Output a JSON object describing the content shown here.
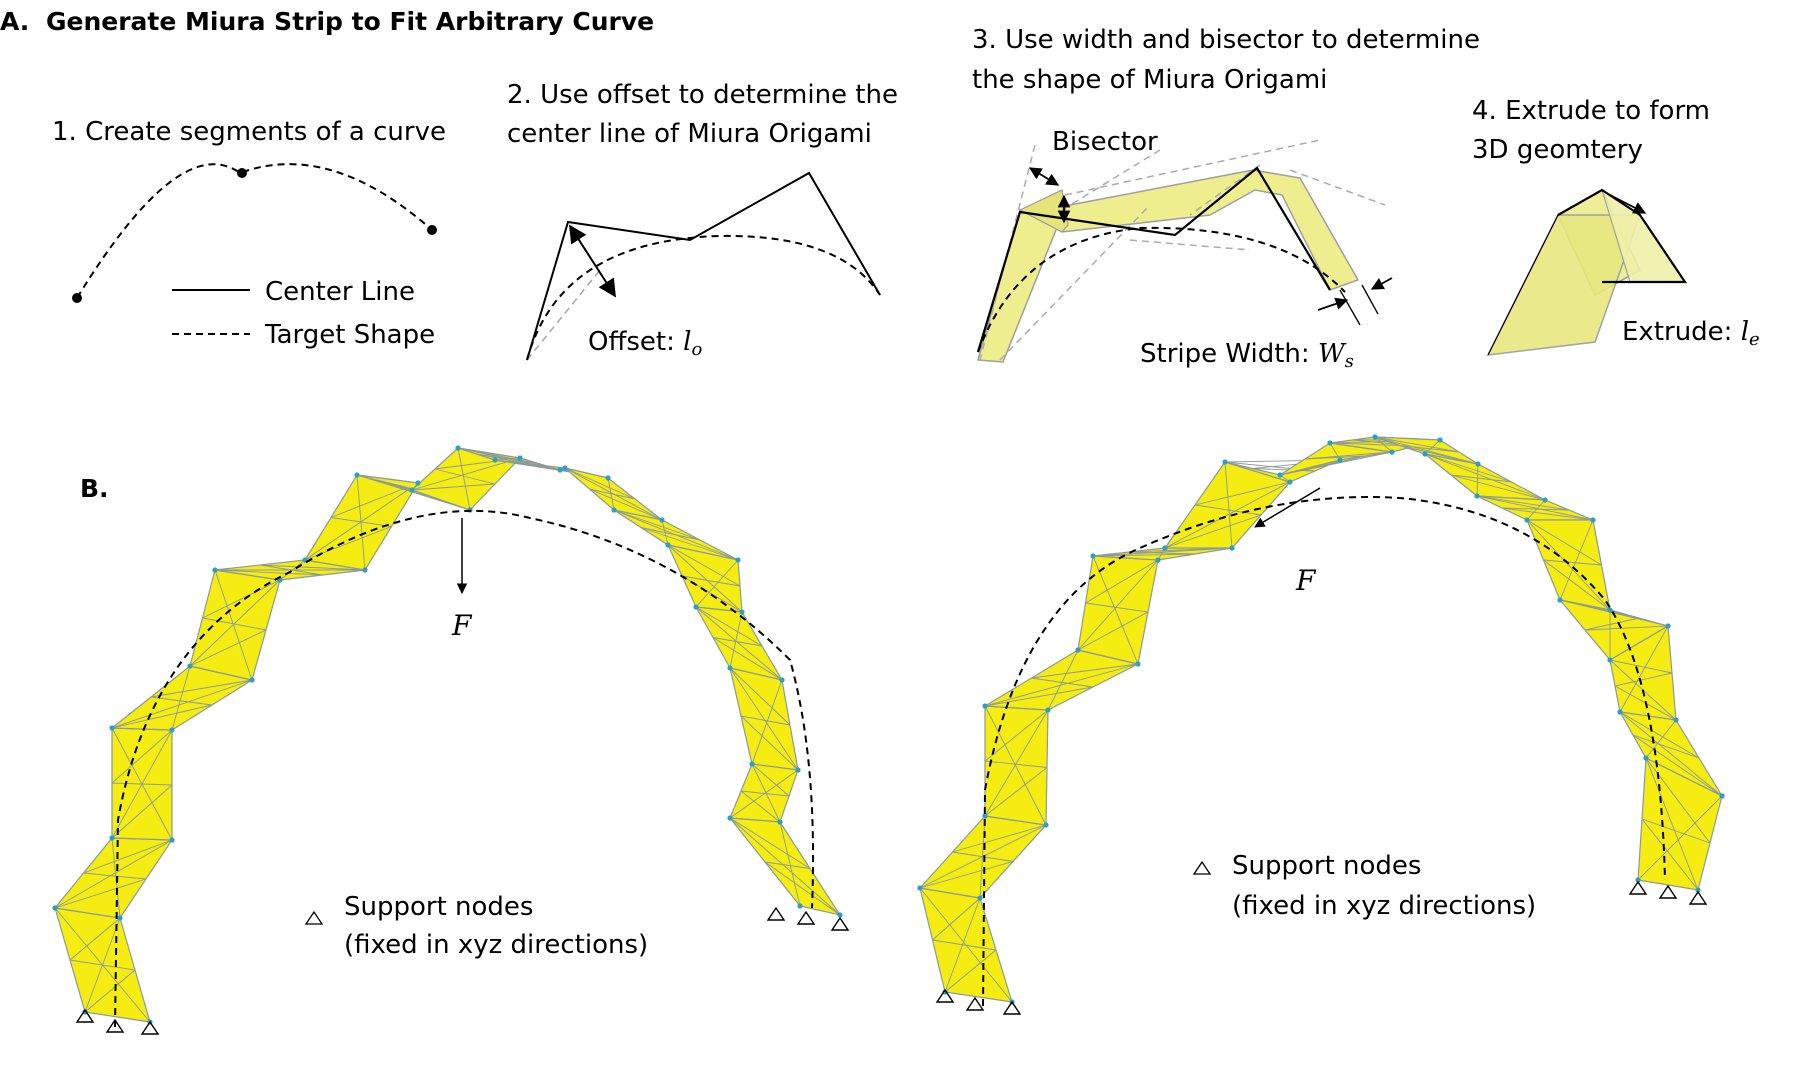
{
  "panel_a": {
    "label": "A.",
    "title": "Generate Miura Strip to Fit Arbitrary Curve",
    "step1": {
      "title": "1. Create segments of a curve"
    },
    "legend": {
      "center_line": "Center Line",
      "target_shape": "Target Shape"
    },
    "step2": {
      "title_line1": "2. Use offset to determine the",
      "title_line2": "center line of Miura Origami",
      "offset_label": "Offset: ",
      "offset_symbol": "l",
      "offset_subscript": "o"
    },
    "step3": {
      "title_line1": "3. Use width and bisector to determine",
      "title_line2": "the shape of Miura Origami",
      "bisector_label": "Bisector",
      "width_label": "Stripe Width: ",
      "width_symbol": "W",
      "width_subscript": "s"
    },
    "step4": {
      "title_line1": "4. Extrude to form",
      "title_line2": "3D geomtery",
      "extrude_label": "Extrude: ",
      "extrude_symbol": "l",
      "extrude_subscript": "e"
    }
  },
  "panel_b": {
    "label": "B.",
    "left": {
      "force_label": "F",
      "support_line1": "Support nodes",
      "support_line2": "(fixed in xyz directions)"
    },
    "right": {
      "force_label": "F",
      "support_line1": "Support nodes",
      "support_line2": "(fixed in xyz directions)"
    }
  },
  "colors": {
    "strip_fill": "#f5ec12",
    "strip_edge": "#8a9a9a",
    "node": "#2e9fc4",
    "light_strip": "#eeee88",
    "guide_gray": "#aaaaaa"
  }
}
